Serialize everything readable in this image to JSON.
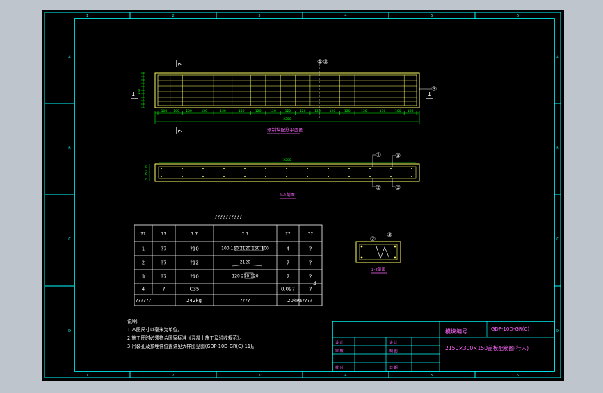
{
  "colors": {
    "background": "#000000",
    "frame": "#00ffff",
    "geometry": "#ffff66",
    "dimension": "#00ff00",
    "text": "#ffffff",
    "title_text": "#ff66ff"
  },
  "border_labels": {
    "top": [
      "1",
      "2",
      "3",
      "4",
      "5",
      "6"
    ],
    "bottom": [
      "1",
      "2",
      "3",
      "4",
      "5",
      "6"
    ],
    "left": [
      "A",
      "B",
      "C",
      "D"
    ],
    "right": [
      "A",
      "B",
      "C",
      "D"
    ]
  },
  "plan_view": {
    "dims_top": [
      "100",
      "100",
      "100",
      "150",
      "150",
      "150",
      "120",
      "120",
      "120",
      "120",
      "120",
      "120",
      "120",
      "150",
      "150",
      "100",
      "100"
    ],
    "total": "2250",
    "side_dim": "300",
    "caption": "预制块配筋平面图",
    "marker_12": "①②",
    "marker_3": "③",
    "section_mark": "1",
    "section2_mark": "2"
  },
  "section_view": {
    "length_label": "2200",
    "caption": "1-1剖面",
    "callouts": [
      "①",
      "③",
      "②",
      "③"
    ],
    "left_dims": [
      "15",
      "150",
      "15"
    ]
  },
  "detail_view": {
    "callout_2": "②",
    "callout_3": "③",
    "caption": "2-2剖面"
  },
  "table": {
    "title": "??????????",
    "headers": [
      "??",
      "??",
      "? ?",
      "? ?",
      "??",
      "??"
    ],
    "rows": [
      [
        "1",
        "?7",
        "?10",
        "100 150 2120 150 100",
        "4",
        "?"
      ],
      [
        "2",
        "?7",
        "?12",
        "2120",
        "7",
        "?"
      ],
      [
        "3",
        "?7",
        "?10",
        "120 270 120",
        "7",
        "?"
      ],
      [
        "4",
        "?",
        "C35",
        "",
        "0.097",
        "?"
      ]
    ],
    "row3_note": "3",
    "footer": [
      "??????",
      "242kg",
      "????",
      "20kPa????"
    ]
  },
  "notes": {
    "heading": "说明:",
    "lines": [
      "1.本图尺寸以毫米为单位。",
      "2.施工图时必须符合国家标准《混凝土施工及验收规范》。",
      "3.吊装孔及预埋件位置详见大样图见图(GDP-10D-GR(C)-11)。"
    ]
  },
  "title_block": {
    "module_label": "模块编号",
    "drawing_no": "GDP-10D-GR(C)",
    "title": "2150×300×150盖板配筋图(行人)",
    "left_cells": [
      "设 计",
      "审 核",
      "校 对"
    ],
    "mid_cells": [
      "设 计",
      "制 图",
      "日 期"
    ]
  }
}
